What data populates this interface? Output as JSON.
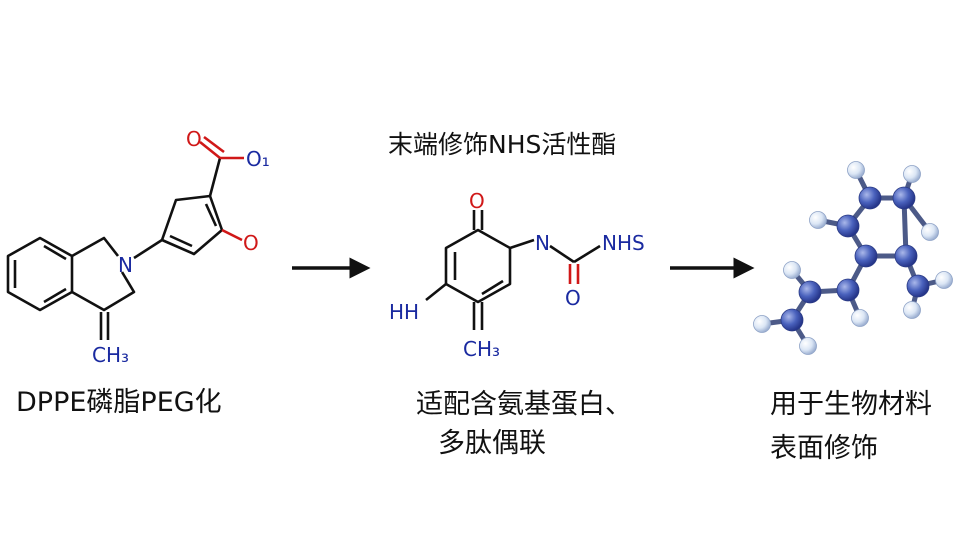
{
  "step1": {
    "caption": "DPPE磷脂PEG化",
    "atoms": {
      "n": "N",
      "o_top": "O",
      "o_right": "O₁",
      "o_ring": "O",
      "ch3": "CH₃"
    }
  },
  "step2": {
    "title": "末端修饰NHS活性酯",
    "caption_line1": "适配含氨基蛋白、",
    "caption_line2": "多肽偶联",
    "atoms": {
      "o_top": "O",
      "n": "N",
      "nhs": "NHS",
      "o_low": "O",
      "hh": "HH",
      "ch3": "CH₃"
    }
  },
  "step3": {
    "caption_line1": "用于生物材料",
    "caption_line2": "表面修饰"
  },
  "colors": {
    "bond": "#111111",
    "nitrogen": "#1a2aa0",
    "oxygen": "#d01818",
    "atom_dark": "#3f57b0",
    "atom_light": "#dbe6f5"
  }
}
